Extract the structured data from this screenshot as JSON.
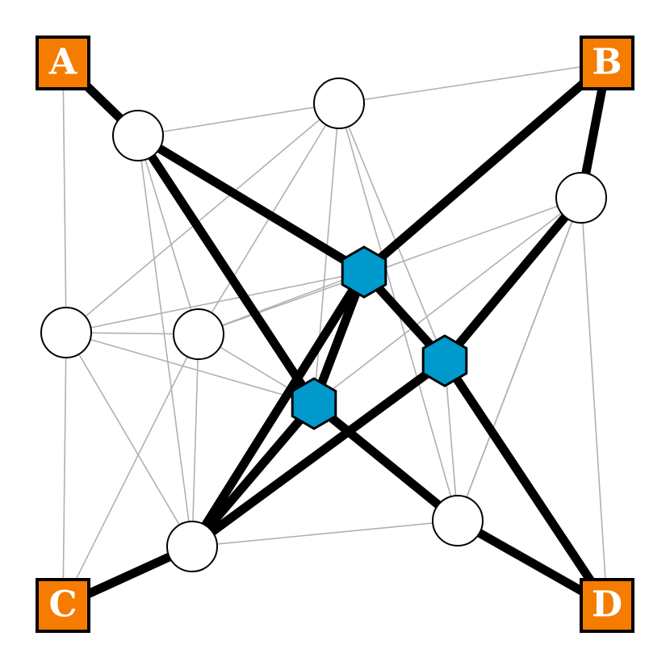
{
  "diagram": {
    "colors": {
      "terminal_fill": "#f57c00",
      "steiner_fill": "#0099cc",
      "node_fill": "#ffffff",
      "thin_edge": "#b0b0b0",
      "thick_edge": "#000000"
    },
    "terminals": [
      {
        "id": "A",
        "label": "A"
      },
      {
        "id": "B",
        "label": "B"
      },
      {
        "id": "C",
        "label": "C"
      },
      {
        "id": "D",
        "label": "D"
      }
    ],
    "steiner_points": [
      {
        "id": "S1"
      },
      {
        "id": "S2"
      },
      {
        "id": "S3"
      }
    ],
    "nodes": [
      {
        "id": "N1"
      },
      {
        "id": "N2"
      },
      {
        "id": "N3"
      },
      {
        "id": "N4"
      },
      {
        "id": "N5"
      },
      {
        "id": "N6"
      },
      {
        "id": "N7"
      }
    ],
    "thin_edges": [
      [
        "A",
        "N2"
      ],
      [
        "N1",
        "N2"
      ],
      [
        "N1",
        "B"
      ],
      [
        "A",
        "N4"
      ],
      [
        "N1",
        "N5"
      ],
      [
        "N1",
        "S2"
      ],
      [
        "N1",
        "S3"
      ],
      [
        "N1",
        "N6"
      ],
      [
        "N3",
        "S2"
      ],
      [
        "N3",
        "N6"
      ],
      [
        "N3",
        "N5"
      ],
      [
        "N3",
        "B"
      ],
      [
        "N3",
        "D"
      ],
      [
        "N4",
        "N1"
      ],
      [
        "N4",
        "N5"
      ],
      [
        "N4",
        "S1"
      ],
      [
        "N4",
        "S2"
      ],
      [
        "N4",
        "N7"
      ],
      [
        "N4",
        "C"
      ],
      [
        "N5",
        "S1"
      ],
      [
        "N5",
        "S2"
      ],
      [
        "N5",
        "C"
      ],
      [
        "N5",
        "N7"
      ],
      [
        "N2",
        "N5"
      ],
      [
        "N2",
        "N7"
      ],
      [
        "N2",
        "S2"
      ],
      [
        "S3",
        "N6"
      ],
      [
        "N7",
        "N6"
      ],
      [
        "N6",
        "S2"
      ],
      [
        "N6",
        "N3"
      ]
    ],
    "thick_edges": [
      [
        "A",
        "N2"
      ],
      [
        "N2",
        "S1"
      ],
      [
        "N2",
        "S2"
      ],
      [
        "S1",
        "B"
      ],
      [
        "S1",
        "S2"
      ],
      [
        "S1",
        "N7"
      ],
      [
        "S1",
        "S3"
      ],
      [
        "B",
        "N3"
      ],
      [
        "N3",
        "S3"
      ],
      [
        "S3",
        "N7"
      ],
      [
        "S3",
        "D"
      ],
      [
        "S2",
        "N7"
      ],
      [
        "S2",
        "N6"
      ],
      [
        "N7",
        "C"
      ],
      [
        "N6",
        "D"
      ]
    ]
  }
}
